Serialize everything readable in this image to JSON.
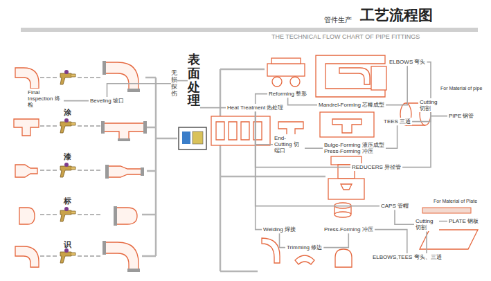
{
  "diagram": {
    "title": "工艺流程图",
    "nodes": [
      {
        "text": [
          "Final Inspection 终检"
        ]
      },
      {
        "text": [
          "Beveling 坡口"
        ]
      },
      {
        "text": [
          "无损探伤"
        ]
      },
      {
        "text": [
          "表面处理"
        ]
      },
      {
        "text": [
          "Heat Treatment 热处理"
        ]
      },
      {
        "text": [
          "End-Cutting 切端口"
        ]
      },
      {
        "text": [
          "Reforming 整形"
        ]
      },
      {
        "text": [
          "Mandrel-Forming 芯棒成型"
        ]
      },
      {
        "text": [
          "ELBOWS 弯头"
        ]
      },
      {
        "text": [
          "TEES 三通"
        ]
      },
      {
        "text": [
          "Bulge-Forming 液压成型",
          "Press-Forming 冲压"
        ]
      },
      {
        "text": [
          "REDUCERS 异径管"
        ]
      },
      {
        "text": [
          "Cutting 切割"
        ]
      },
      {
        "text": [
          "PIPE 钢管"
        ]
      },
      {
        "text": [
          "CAPS 管帽"
        ]
      },
      {
        "text": [
          "Press-Forming 冲压"
        ]
      },
      {
        "text": [
          "ELBOWS,TEES 弯头、三通"
        ]
      },
      {
        "text": [
          "Trimming 修边"
        ]
      },
      {
        "text": [
          "Welding 焊接"
        ]
      },
      {
        "text": [
          "Cutting 切割"
        ]
      },
      {
        "text": [
          "PLATE 钢板"
        ]
      }
    ],
    "edges": [
      {
        "from": 13,
        "to": 12,
        "arrow": "none"
      },
      {
        "from": 12,
        "to": 8,
        "arrow": "none"
      },
      {
        "from": 12,
        "to": 9,
        "arrow": "none"
      },
      {
        "from": 12,
        "to": 11,
        "arrow": "none"
      },
      {
        "from": 8,
        "to": 7,
        "arrow": "none"
      },
      {
        "from": 7,
        "to": 6,
        "arrow": "none"
      },
      {
        "from": 6,
        "to": 4,
        "arrow": "none"
      },
      {
        "from": 9,
        "to": 10,
        "arrow": "none"
      },
      {
        "from": 10,
        "to": 5,
        "arrow": "none"
      },
      {
        "from": 5,
        "to": 4,
        "arrow": "none"
      },
      {
        "from": 11,
        "to": 4,
        "arrow": "none"
      },
      {
        "from": 20,
        "to": 19,
        "arrow": "none"
      },
      {
        "from": 19,
        "to": 14,
        "arrow": "none"
      },
      {
        "from": 19,
        "to": 16,
        "arrow": "none"
      },
      {
        "from": 16,
        "to": 15,
        "arrow": "none"
      },
      {
        "from": 15,
        "to": 17,
        "arrow": "none"
      },
      {
        "from": 17,
        "to": 18,
        "arrow": "none"
      },
      {
        "from": 18,
        "to": 4,
        "arrow": "none"
      },
      {
        "from": 14,
        "to": 4,
        "arrow": "none"
      },
      {
        "from": 4,
        "to": 3,
        "arrow": "none"
      },
      {
        "from": 3,
        "to": 2,
        "arrow": "none"
      },
      {
        "from": 2,
        "to": 1,
        "arrow": "none"
      },
      {
        "from": 1,
        "to": 0,
        "arrow": "none"
      }
    ],
    "labels": [
      "管件生产",
      "THE TECHNICAL FLOW CHART OF PIPE FITTINGS",
      "For Material of pipe",
      "For Material of Plate",
      "涂漆标识"
    ]
  }
}
